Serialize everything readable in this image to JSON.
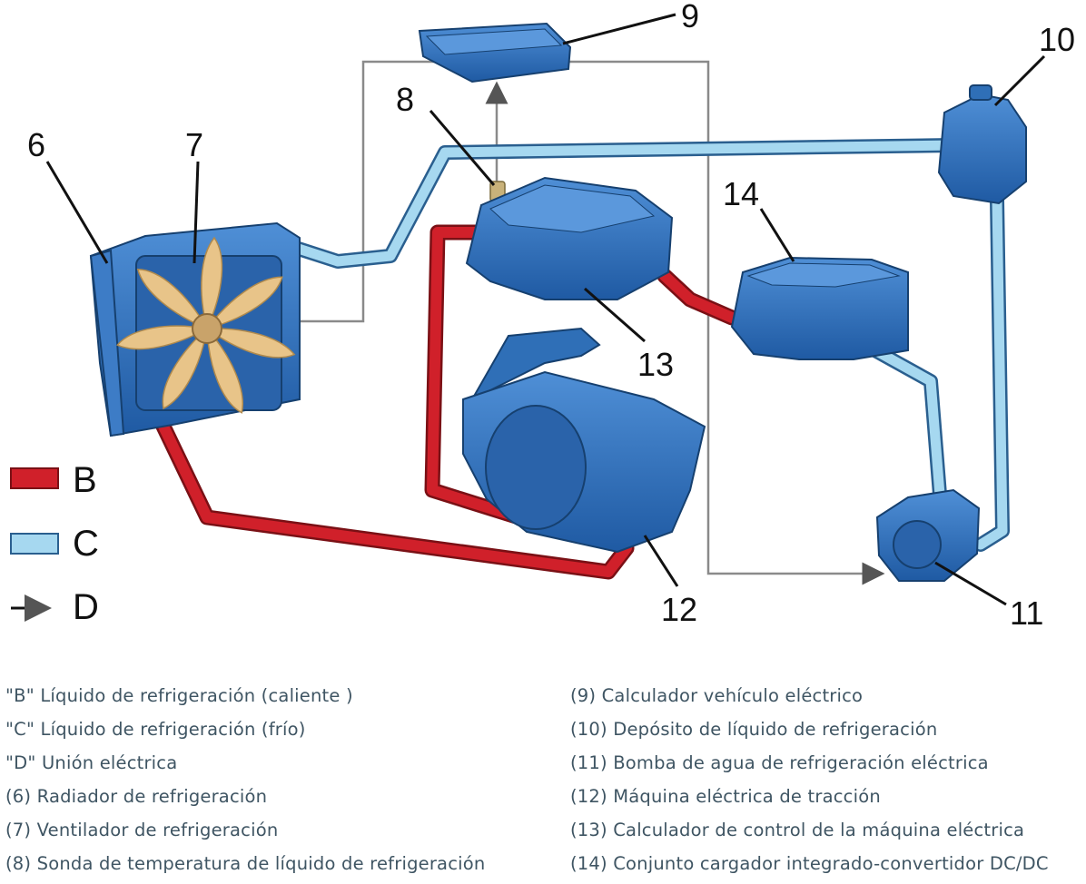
{
  "callouts": {
    "n6": "6",
    "n7": "7",
    "n8": "8",
    "n9": "9",
    "n10": "10",
    "n11": "11",
    "n12": "12",
    "n13": "13",
    "n14": "14"
  },
  "legend": {
    "hot_letter": "B",
    "cold_letter": "C",
    "elec_letter": "D"
  },
  "colors": {
    "hot": "#d0202a",
    "cold": "#a6d8f0",
    "component": "#2f6fb7",
    "wire": "#8a8a8a"
  },
  "captions": {
    "left": [
      "\"B\" Líquido de refrigeración (caliente )",
      "\"C\" Líquido de refrigeración (frío)",
      "\"D\" Unión eléctrica",
      "(6) Radiador de refrigeración",
      "(7) Ventilador de refrigeración",
      "(8) Sonda de temperatura de líquido de refrigeración"
    ],
    "right": [
      "(9) Calculador vehículo eléctrico",
      "(10) Depósito de líquido de refrigeración",
      "(11) Bomba de agua de refrigeración eléctrica",
      "(12) Máquina eléctrica de tracción",
      "(13) Calculador de control de la máquina eléctrica",
      "(14) Conjunto cargador integrado-convertidor DC/DC"
    ]
  }
}
